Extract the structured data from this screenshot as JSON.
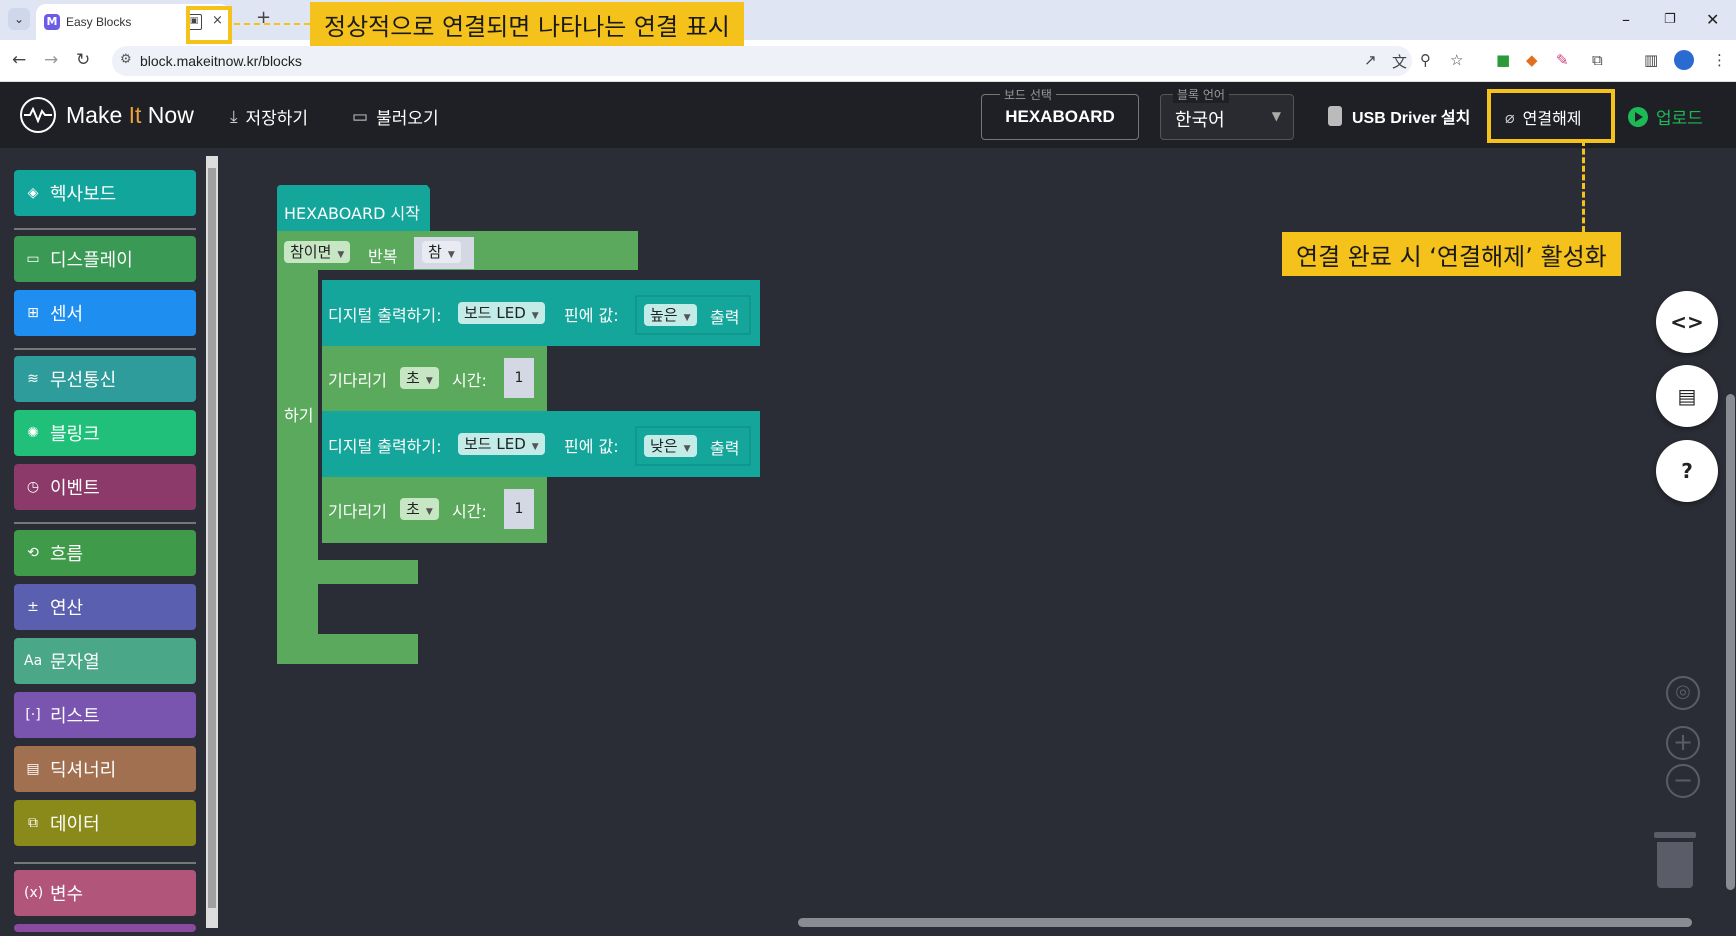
{
  "browser": {
    "tab_title": "Easy Blocks",
    "tab_favicon_letter": "M",
    "tab_close": "×",
    "new_tab": "+",
    "tab_dropdown": "⌄",
    "url": "block.makeitnow.kr/blocks",
    "win_minimize": "–",
    "win_restore": "❐",
    "win_close": "✕"
  },
  "header": {
    "logo_make": "Make ",
    "logo_it": "It",
    "logo_now": " Now",
    "save_label": "저장하기",
    "load_label": "불러오기",
    "board_legend": "보드 선택",
    "board_value": "HEXABOARD",
    "lang_legend": "블록 언어",
    "lang_value": "한국어",
    "usb_driver_label": "USB Driver 설치",
    "disconnect_label": "연결해제",
    "upload_label": "업로드"
  },
  "sidebar": {
    "categories": [
      {
        "label": "헥사보드",
        "color": "#12a59c"
      },
      {
        "label": "디스플레이",
        "color": "#3a9a55"
      },
      {
        "label": "센서",
        "color": "#1e8ff0"
      },
      {
        "label": "무선통신",
        "color": "#2d9c9a"
      },
      {
        "label": "블링크",
        "color": "#20c07a"
      },
      {
        "label": "이벤트",
        "color": "#8c3a6a"
      },
      {
        "label": "흐름",
        "color": "#3f9b4a"
      },
      {
        "label": "연산",
        "color": "#5a5fb0"
      },
      {
        "label": "문자열",
        "color": "#4aa888"
      },
      {
        "label": "리스트",
        "color": "#7a55b0"
      },
      {
        "label": "딕셔너리",
        "color": "#a07050"
      },
      {
        "label": "데이터",
        "color": "#8a8a1a"
      },
      {
        "label": "변수",
        "color": "#b2557a"
      }
    ]
  },
  "workspace": {
    "start_block": "HEXABOARD 시작",
    "repeat_cond": "참이면",
    "repeat_label": "반복",
    "repeat_value": "참",
    "do_label": "하기",
    "digital_write_label": "디지털 출력하기:",
    "pin_label": "보드 LED",
    "pin_value_label": "핀에 값:",
    "high_value": "높은",
    "low_value": "낮은",
    "output_label": "출력",
    "wait_label": "기다리기",
    "unit_label": "초",
    "time_label": "시간:",
    "wait_value_1": "1",
    "wait_value_2": "1"
  },
  "annotations": {
    "tab_indicator_note": "정상적으로 연결되면 나타나는 연결 표시",
    "disconnect_note": "연결 완료 시 ‘연결해제’ 활성화"
  }
}
